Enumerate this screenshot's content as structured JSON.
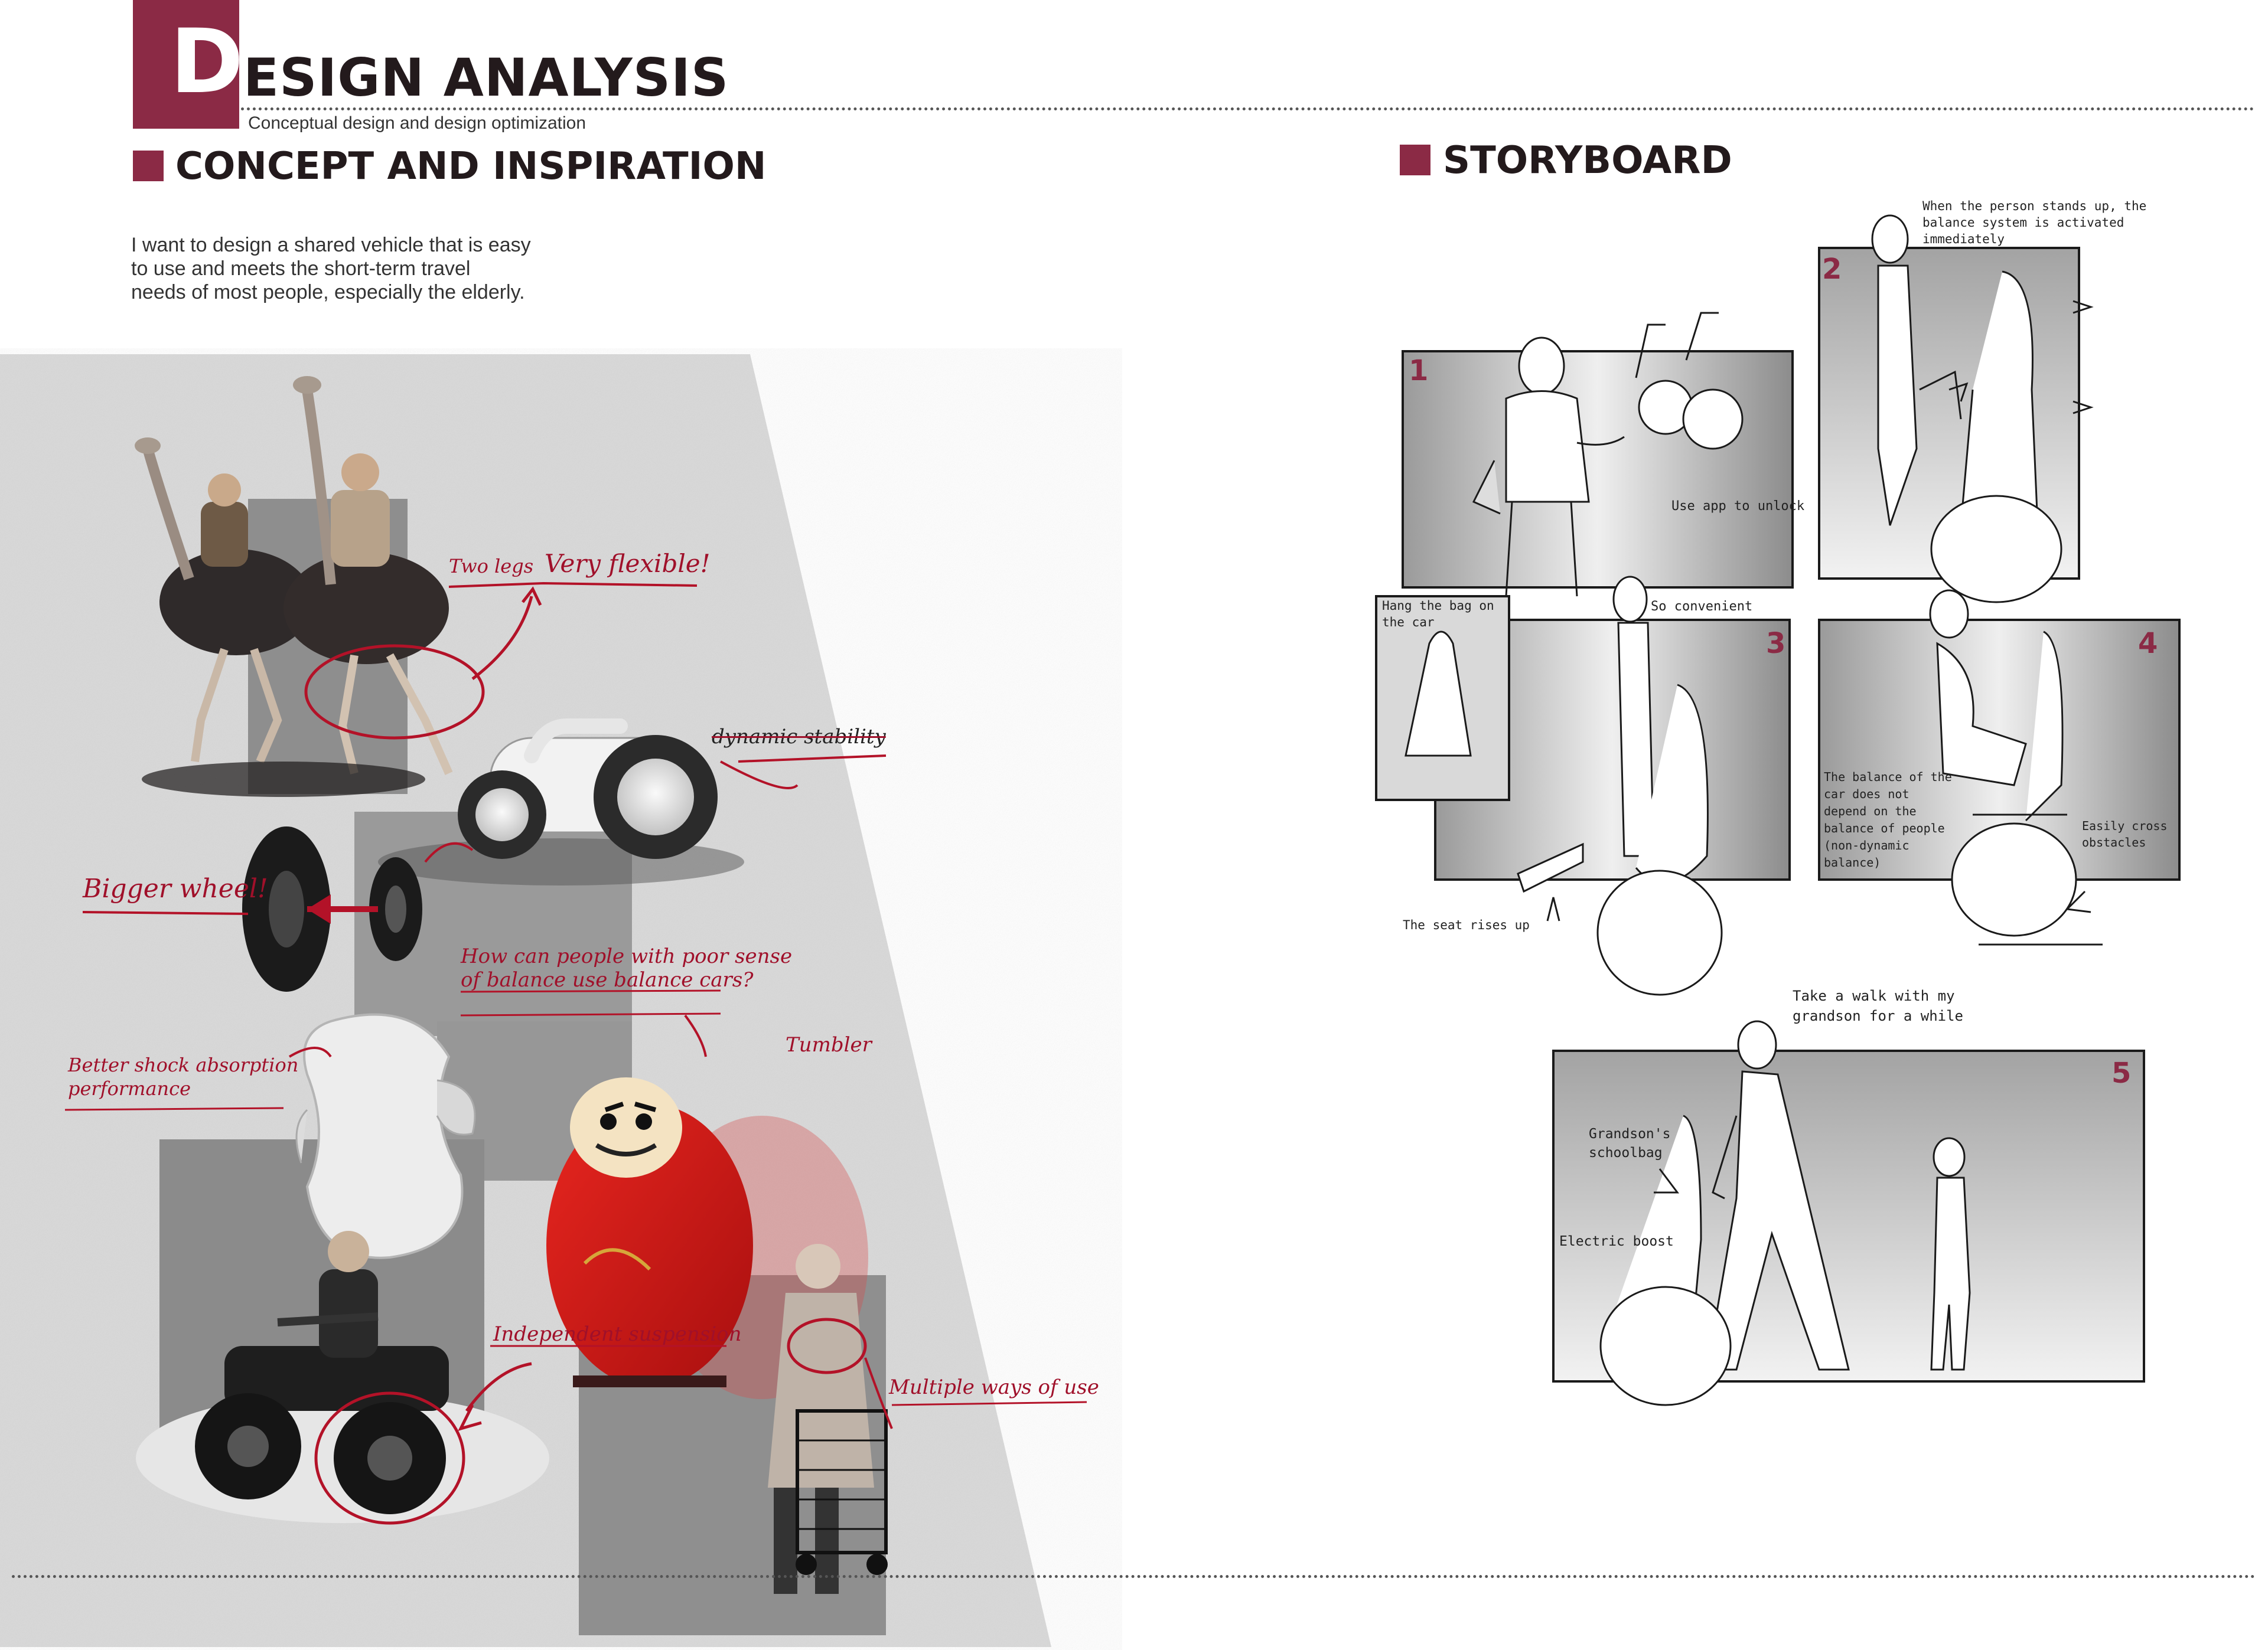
{
  "header": {
    "title_initial": "D",
    "title_rest": "ESIGN ANALYSIS",
    "subtitle": "Conceptual design and design optimization"
  },
  "concept": {
    "heading": "CONCEPT AND INSPIRATION",
    "intro_lines": [
      "I want to design a shared vehicle that is easy",
      "to use and meets the short-term travel",
      "needs of most people, especially the elderly."
    ],
    "annotations": {
      "two_legs": "Two legs",
      "very_flexible": "Very flexible!",
      "dynamic_stability": "dynamic stability",
      "bigger_wheel": "Bigger wheel!",
      "balance_question_1": "How can people with poor sense",
      "balance_question_2": "of balance use balance cars?",
      "tumbler": "Tumbler",
      "shock_1": "Better shock absorption",
      "shock_2": "performance",
      "suspension": "Independent suspension",
      "multiple": "Multiple ways of use"
    }
  },
  "storyboard": {
    "heading": "STORYBOARD",
    "panels": [
      {
        "number": "1",
        "captions": [
          "Use app to unlock"
        ]
      },
      {
        "number": "2",
        "captions": [
          "When the person stands up, the",
          "balance system is activated",
          "immediately"
        ]
      },
      {
        "number": "3",
        "captions": [
          "Hang the bag on",
          "the car",
          "So convenient",
          "The seat rises up"
        ]
      },
      {
        "number": "4",
        "captions": [
          "The balance of the",
          "car does not",
          "depend on the",
          "balance of people",
          "(non-dynamic",
          "balance)",
          "Easily cross",
          "obstacles"
        ]
      },
      {
        "number": "5",
        "captions": [
          "Take a walk with my",
          "grandson for a while",
          "Grandson's",
          "schoolbag",
          "Electric boost"
        ]
      }
    ]
  },
  "colors": {
    "accent": "#8b2a45",
    "annotation": "#a0102a",
    "text": "#231a1c"
  }
}
